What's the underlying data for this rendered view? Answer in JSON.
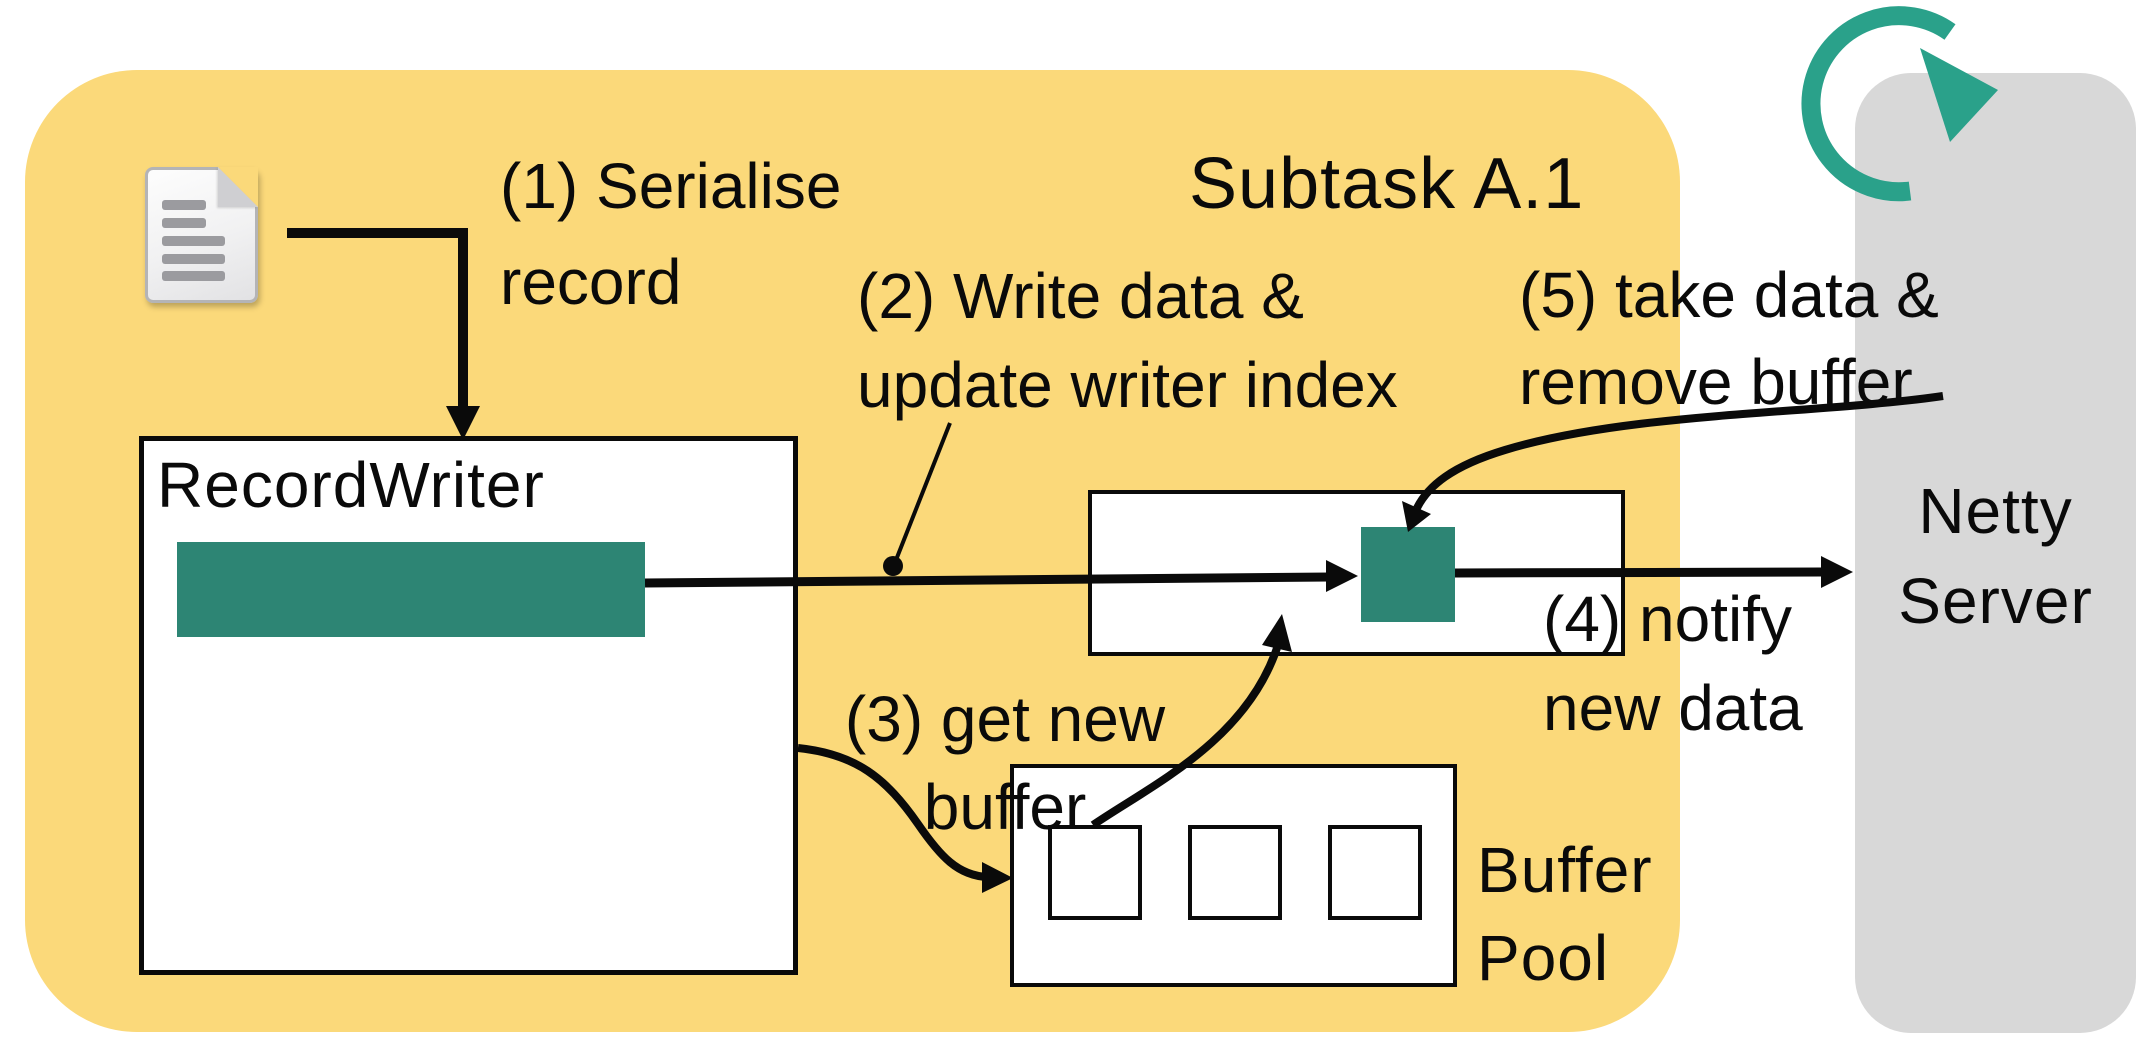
{
  "diagram": {
    "subtask": {
      "title": "Subtask A.1"
    },
    "record_writer": {
      "title": "RecordWriter"
    },
    "buffer_pool": {
      "label_line1": "Buffer",
      "label_line2": "Pool",
      "slot_count": 3
    },
    "netty_server": {
      "label_line1": "Netty",
      "label_line2": "Server"
    },
    "steps": {
      "step1": {
        "line1": "(1) Serialise",
        "line2": "record"
      },
      "step2": {
        "line1": "(2) Write data &",
        "line2": "update writer index"
      },
      "step3": {
        "line1": "(3) get new",
        "line2": "buffer"
      },
      "step4": {
        "line1": "(4) notify",
        "line2": "new data"
      },
      "step5": {
        "line1": "(5) take data &",
        "line2": "remove buffer"
      }
    },
    "icons": {
      "document": "document-icon",
      "loop": "refresh-loop-icon"
    },
    "colors": {
      "subtask_fill": "#FBD97A",
      "netty_fill": "#D8D8D8",
      "buffer_fill": "#2D8574",
      "loop_arrow": "#2AA18A",
      "line": "#0a0a0a"
    }
  }
}
